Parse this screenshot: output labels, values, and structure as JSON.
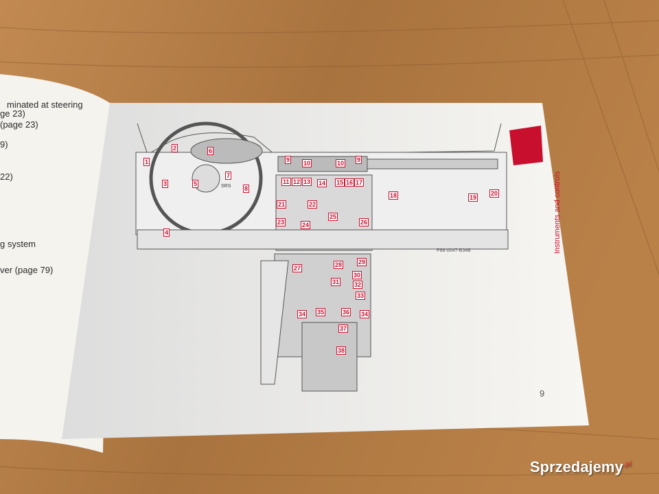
{
  "left_page": {
    "lines": [
      "minated at steering",
      "ge 23)",
      "(page 23)",
      "9)",
      "22)",
      "g system",
      "ver (page 79)"
    ]
  },
  "right_page": {
    "side_title": "Instruments and controls",
    "page_number": "9",
    "figure_ref": "P68-0047-B34B",
    "callouts": [
      "1",
      "2",
      "3",
      "4",
      "5",
      "6",
      "7",
      "8",
      "9",
      "9",
      "10",
      "10",
      "11",
      "12",
      "13",
      "14",
      "15",
      "16",
      "17",
      "18",
      "19",
      "20",
      "21",
      "22",
      "23",
      "24",
      "25",
      "26",
      "27",
      "28",
      "29",
      "30",
      "31",
      "32",
      "33",
      "34",
      "34",
      "35",
      "36",
      "37",
      "38"
    ]
  },
  "steering_emblem": "SRS",
  "watermark": {
    "text": "Sprzedajemy",
    "suffix": ".pl"
  },
  "colors": {
    "accent_red": "#c8102e",
    "table_wood": "#b07a45",
    "paper": "#f7f6f2"
  }
}
